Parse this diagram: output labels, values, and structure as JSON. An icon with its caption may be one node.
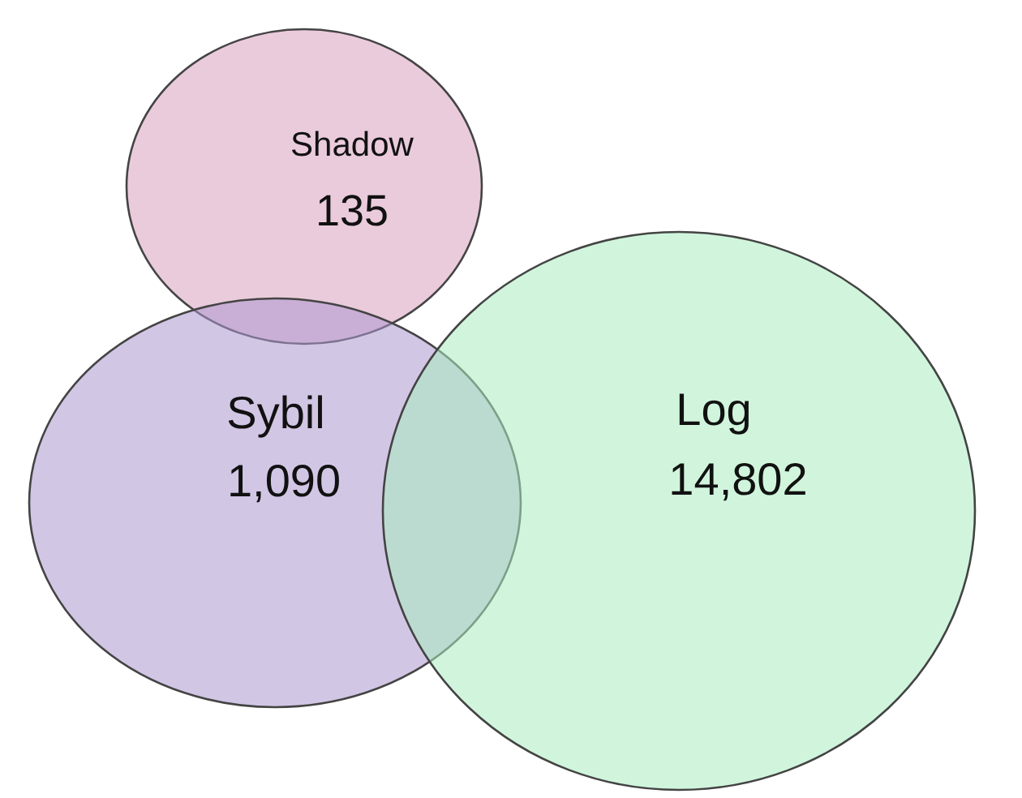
{
  "diagram": {
    "nodes": [
      {
        "text": [
          "Shadow",
          "135"
        ]
      },
      {
        "text": [
          "Sybil",
          "1,090"
        ]
      },
      {
        "text": [
          "Log",
          "14,802"
        ]
      }
    ]
  }
}
